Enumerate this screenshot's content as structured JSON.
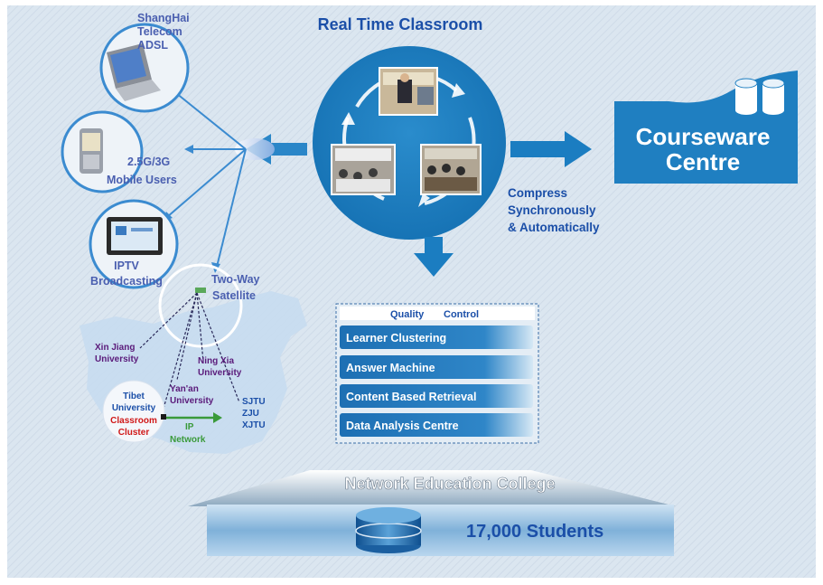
{
  "title": "Real Time Classroom",
  "nodes": {
    "adsl": "ShangHai Telecom ADSL",
    "adsl_lines": [
      "ShangHai",
      "Telecom",
      "ADSL"
    ],
    "mobile_lines": [
      "2.5G/3G",
      "Mobile Users"
    ],
    "iptv_lines": [
      "IPTV",
      "Broadcasting"
    ],
    "satellite_lines": [
      "Two-Way",
      "Satellite"
    ]
  },
  "courseware": {
    "lines": [
      "Courseware",
      "Centre"
    ]
  },
  "compress": {
    "lines": [
      "Compress",
      "Synchronously",
      "& Automatically"
    ]
  },
  "quality_control": {
    "header_left": "Quality",
    "header_right": "Control",
    "items": [
      "Learner Clustering",
      "Answer Machine",
      "Content Based Retrieval",
      "Data Analysis Centre"
    ]
  },
  "map": {
    "xinjiang": [
      "Xin Jiang",
      "University"
    ],
    "ningxia": [
      "Ning Xia",
      "University"
    ],
    "yanan": [
      "Yan'an",
      "University"
    ],
    "sjtu": [
      "SJTU",
      "ZJU",
      "XJTU"
    ],
    "tibet": [
      "Tibet",
      "University"
    ],
    "cluster": [
      "Classroom",
      "Cluster"
    ],
    "ip": [
      "IP",
      "Network"
    ]
  },
  "college": {
    "title": "Network Education College",
    "students": "17,000 Students"
  },
  "colors": {
    "primary_blue": "#1f7fc1",
    "dark_blue": "#0f4f8f",
    "title_blue": "#1b4fa8",
    "purple": "#5a1a7a",
    "red": "#d01818",
    "green": "#3a9a3a"
  }
}
